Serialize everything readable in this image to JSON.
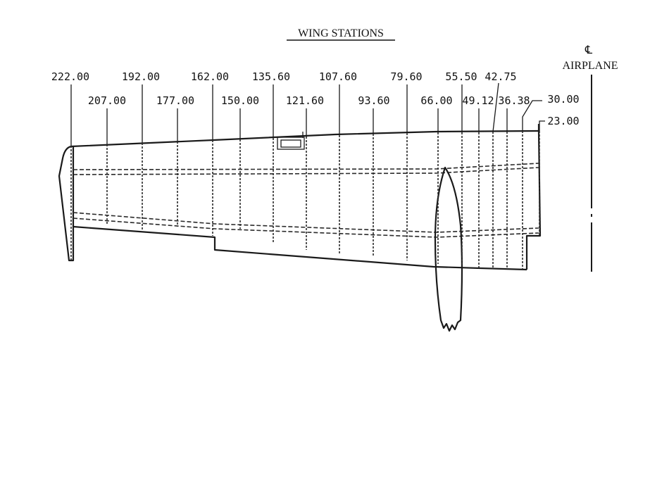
{
  "title": "WING STATIONS",
  "centerline": {
    "symbol": "℄",
    "label": "AIRPLANE"
  },
  "stations": [
    "222.00",
    "207.00",
    "192.00",
    "177.00",
    "162.00",
    "150.00",
    "135.60",
    "121.60",
    "107.60",
    "93.60",
    "79.60",
    "66.00",
    "55.50",
    "49.12",
    "42.75",
    "36.38",
    "30.00",
    "23.00"
  ]
}
